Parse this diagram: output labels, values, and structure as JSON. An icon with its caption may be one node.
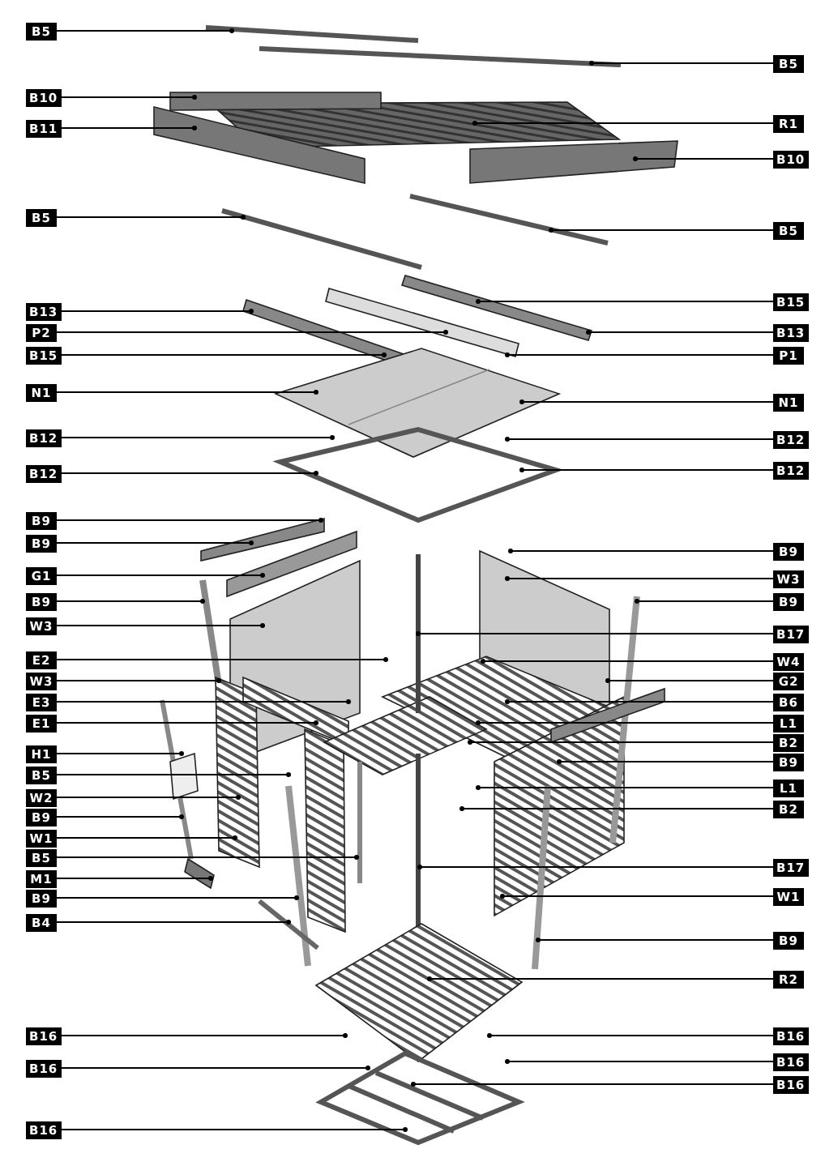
{
  "diagram": {
    "nodes": [
      {
        "text": [
          "B5"
        ]
      },
      {
        "text": [
          "B10"
        ]
      },
      {
        "text": [
          "B11"
        ]
      },
      {
        "text": [
          "B5"
        ]
      },
      {
        "text": [
          "B13"
        ]
      },
      {
        "text": [
          "P2"
        ]
      },
      {
        "text": [
          "B15"
        ]
      },
      {
        "text": [
          "N1"
        ]
      },
      {
        "text": [
          "B12"
        ]
      },
      {
        "text": [
          "B12"
        ]
      },
      {
        "text": [
          "B9"
        ]
      },
      {
        "text": [
          "B9"
        ]
      },
      {
        "text": [
          "G1"
        ]
      },
      {
        "text": [
          "B9"
        ]
      },
      {
        "text": [
          "W3"
        ]
      },
      {
        "text": [
          "E2"
        ]
      },
      {
        "text": [
          "W3"
        ]
      },
      {
        "text": [
          "E3"
        ]
      },
      {
        "text": [
          "E1"
        ]
      },
      {
        "text": [
          "H1"
        ]
      },
      {
        "text": [
          "B5"
        ]
      },
      {
        "text": [
          "W2"
        ]
      },
      {
        "text": [
          "B9"
        ]
      },
      {
        "text": [
          "W1"
        ]
      },
      {
        "text": [
          "B5"
        ]
      },
      {
        "text": [
          "M1"
        ]
      },
      {
        "text": [
          "B9"
        ]
      },
      {
        "text": [
          "B4"
        ]
      },
      {
        "text": [
          "B16"
        ]
      },
      {
        "text": [
          "B16"
        ]
      },
      {
        "text": [
          "B16"
        ]
      },
      {
        "text": [
          "B5"
        ]
      },
      {
        "text": [
          "R1"
        ]
      },
      {
        "text": [
          "B10"
        ]
      },
      {
        "text": [
          "B5"
        ]
      },
      {
        "text": [
          "B15"
        ]
      },
      {
        "text": [
          "B13"
        ]
      },
      {
        "text": [
          "P1"
        ]
      },
      {
        "text": [
          "N1"
        ]
      },
      {
        "text": [
          "B12"
        ]
      },
      {
        "text": [
          "B12"
        ]
      },
      {
        "text": [
          "B9"
        ]
      },
      {
        "text": [
          "W3"
        ]
      },
      {
        "text": [
          "B9"
        ]
      },
      {
        "text": [
          "B17"
        ]
      },
      {
        "text": [
          "W4"
        ]
      },
      {
        "text": [
          "G2"
        ]
      },
      {
        "text": [
          "B6"
        ]
      },
      {
        "text": [
          "L1"
        ]
      },
      {
        "text": [
          "B2"
        ]
      },
      {
        "text": [
          "B9"
        ]
      },
      {
        "text": [
          "L1"
        ]
      },
      {
        "text": [
          "B2"
        ]
      },
      {
        "text": [
          "B17"
        ]
      },
      {
        "text": [
          "W1"
        ]
      },
      {
        "text": [
          "B9"
        ]
      },
      {
        "text": [
          "R2"
        ]
      },
      {
        "text": [
          "B16"
        ]
      },
      {
        "text": [
          "B16"
        ]
      },
      {
        "text": [
          "B16"
        ]
      }
    ],
    "edges": [
      {
        "from": 0,
        "to": null,
        "arrow": "other"
      },
      {
        "from": 1,
        "to": null,
        "arrow": "other"
      },
      {
        "from": 2,
        "to": null,
        "arrow": "other"
      },
      {
        "from": 3,
        "to": null,
        "arrow": "other"
      },
      {
        "from": 4,
        "to": null,
        "arrow": "other"
      },
      {
        "from": 5,
        "to": null,
        "arrow": "other"
      },
      {
        "from": 6,
        "to": null,
        "arrow": "other"
      },
      {
        "from": 7,
        "to": null,
        "arrow": "other"
      },
      {
        "from": 8,
        "to": null,
        "arrow": "other"
      },
      {
        "from": 9,
        "to": null,
        "arrow": "other"
      },
      {
        "from": 10,
        "to": null,
        "arrow": "other"
      },
      {
        "from": 11,
        "to": null,
        "arrow": "other"
      },
      {
        "from": 12,
        "to": null,
        "arrow": "other"
      },
      {
        "from": 13,
        "to": null,
        "arrow": "other"
      },
      {
        "from": 14,
        "to": null,
        "arrow": "other"
      },
      {
        "from": 15,
        "to": null,
        "arrow": "other"
      },
      {
        "from": 16,
        "to": null,
        "arrow": "other"
      },
      {
        "from": 17,
        "to": null,
        "arrow": "other"
      },
      {
        "from": 18,
        "to": null,
        "arrow": "other"
      },
      {
        "from": 19,
        "to": null,
        "arrow": "other"
      },
      {
        "from": 20,
        "to": null,
        "arrow": "other"
      },
      {
        "from": 21,
        "to": null,
        "arrow": "other"
      },
      {
        "from": 22,
        "to": null,
        "arrow": "other"
      },
      {
        "from": 23,
        "to": null,
        "arrow": "other"
      },
      {
        "from": 24,
        "to": null,
        "arrow": "other"
      },
      {
        "from": 25,
        "to": null,
        "arrow": "other"
      },
      {
        "from": 26,
        "to": null,
        "arrow": "other"
      },
      {
        "from": 27,
        "to": null,
        "arrow": "other"
      },
      {
        "from": 28,
        "to": null,
        "arrow": "other"
      },
      {
        "from": 29,
        "to": null,
        "arrow": "other"
      },
      {
        "from": 30,
        "to": null,
        "arrow": "other"
      },
      {
        "from": 31,
        "to": null,
        "arrow": "other"
      },
      {
        "from": 32,
        "to": null,
        "arrow": "other"
      },
      {
        "from": 33,
        "to": null,
        "arrow": "other"
      },
      {
        "from": 34,
        "to": null,
        "arrow": "other"
      },
      {
        "from": 35,
        "to": null,
        "arrow": "other"
      },
      {
        "from": 36,
        "to": null,
        "arrow": "other"
      },
      {
        "from": 37,
        "to": null,
        "arrow": "other"
      },
      {
        "from": 38,
        "to": null,
        "arrow": "other"
      },
      {
        "from": 39,
        "to": null,
        "arrow": "other"
      },
      {
        "from": 40,
        "to": null,
        "arrow": "other"
      },
      {
        "from": 41,
        "to": null,
        "arrow": "other"
      },
      {
        "from": 42,
        "to": null,
        "arrow": "other"
      },
      {
        "from": 43,
        "to": null,
        "arrow": "other"
      },
      {
        "from": 44,
        "to": null,
        "arrow": "other"
      },
      {
        "from": 45,
        "to": null,
        "arrow": "other"
      },
      {
        "from": 46,
        "to": null,
        "arrow": "other"
      },
      {
        "from": 47,
        "to": null,
        "arrow": "other"
      },
      {
        "from": 48,
        "to": null,
        "arrow": "other"
      },
      {
        "from": 49,
        "to": null,
        "arrow": "other"
      },
      {
        "from": 50,
        "to": null,
        "arrow": "other"
      },
      {
        "from": 51,
        "to": null,
        "arrow": "other"
      },
      {
        "from": 52,
        "to": null,
        "arrow": "other"
      },
      {
        "from": 53,
        "to": null,
        "arrow": "other"
      },
      {
        "from": 54,
        "to": null,
        "arrow": "other"
      },
      {
        "from": 55,
        "to": null,
        "arrow": "other"
      },
      {
        "from": 56,
        "to": null,
        "arrow": "other"
      },
      {
        "from": 57,
        "to": null,
        "arrow": "other"
      },
      {
        "from": 58,
        "to": null,
        "arrow": "other"
      },
      {
        "from": 59,
        "to": null,
        "arrow": "other"
      }
    ]
  }
}
